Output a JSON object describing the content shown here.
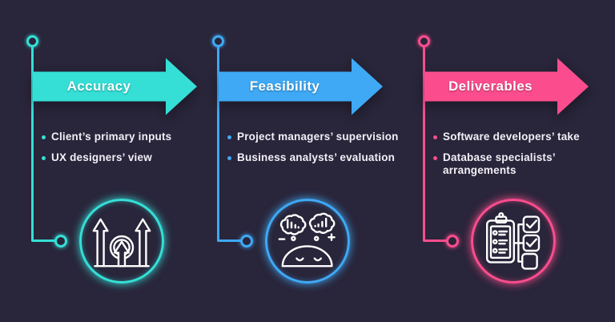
{
  "background": "#29253a",
  "text_color": "#f2eff7",
  "columns": [
    {
      "label": "Accuracy",
      "accent": "#35dfd6",
      "icon": "growth-arrows-target-icon",
      "bullets": [
        "Client’s primary inputs",
        "UX designers’ view"
      ]
    },
    {
      "label": "Feasibility",
      "accent": "#3fa9f5",
      "icon": "thinking-head-icon",
      "bullets": [
        "Project managers’ supervision",
        "Business analysts’ evaluation"
      ]
    },
    {
      "label": "Deliverables",
      "accent": "#fb4d8e",
      "icon": "checklist-clipboard-icon",
      "bullets": [
        "Software developers’ take",
        "Database specialists’ arrangements"
      ]
    }
  ]
}
